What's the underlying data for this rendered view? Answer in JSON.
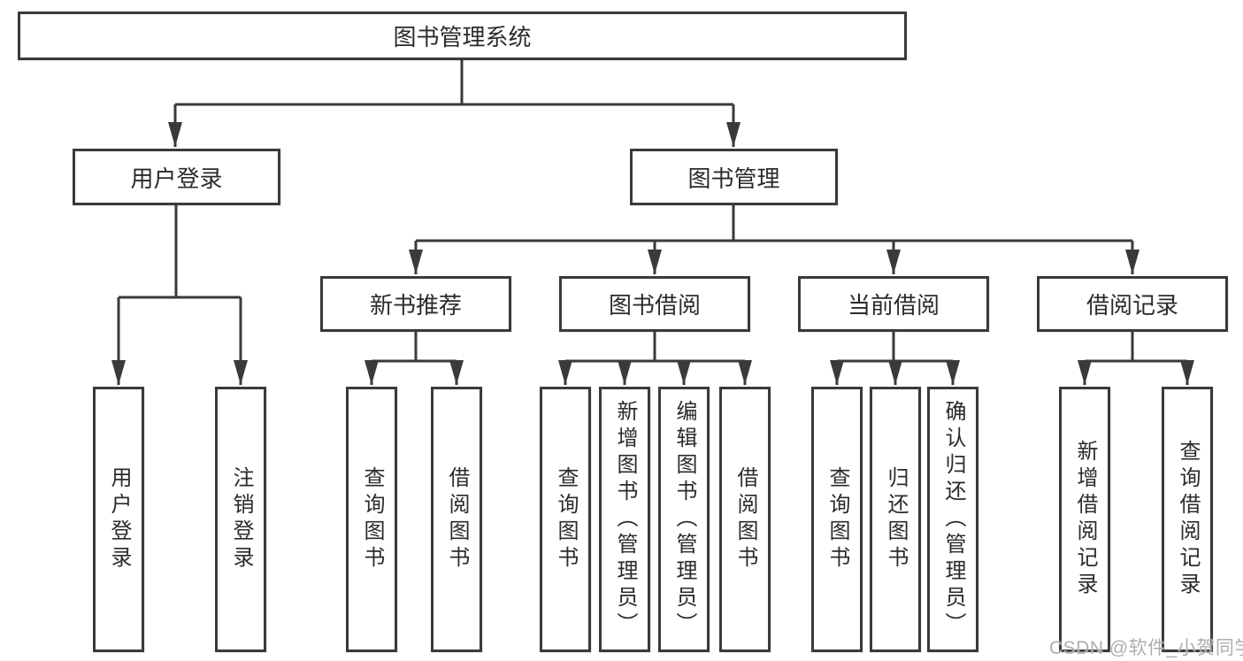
{
  "diagram": {
    "root": {
      "label": "图书管理系统"
    },
    "level2": [
      {
        "label": "用户登录"
      },
      {
        "label": "图书管理"
      }
    ],
    "level3": [
      {
        "label": "新书推荐"
      },
      {
        "label": "图书借阅"
      },
      {
        "label": "当前借阅"
      },
      {
        "label": "借阅记录"
      }
    ],
    "leaves": [
      {
        "label": "用户登录"
      },
      {
        "label": "注销登录"
      },
      {
        "label": "查询图书"
      },
      {
        "label": "借阅图书"
      },
      {
        "label": "查询图书"
      },
      {
        "label": "新增图书（管理员）"
      },
      {
        "label": "编辑图书（管理员）"
      },
      {
        "label": "借阅图书"
      },
      {
        "label": "查询图书"
      },
      {
        "label": "归还图书"
      },
      {
        "label": "确认归还（管理员）"
      },
      {
        "label": "新增借阅记录"
      },
      {
        "label": "查询借阅记录"
      }
    ]
  },
  "watermark": {
    "text": "CSDN @软件_小贺同学"
  },
  "colors": {
    "line": "#3a3a3a",
    "text": "#2b2b2b",
    "background": "#ffffff",
    "watermark": "#aeaeae"
  }
}
